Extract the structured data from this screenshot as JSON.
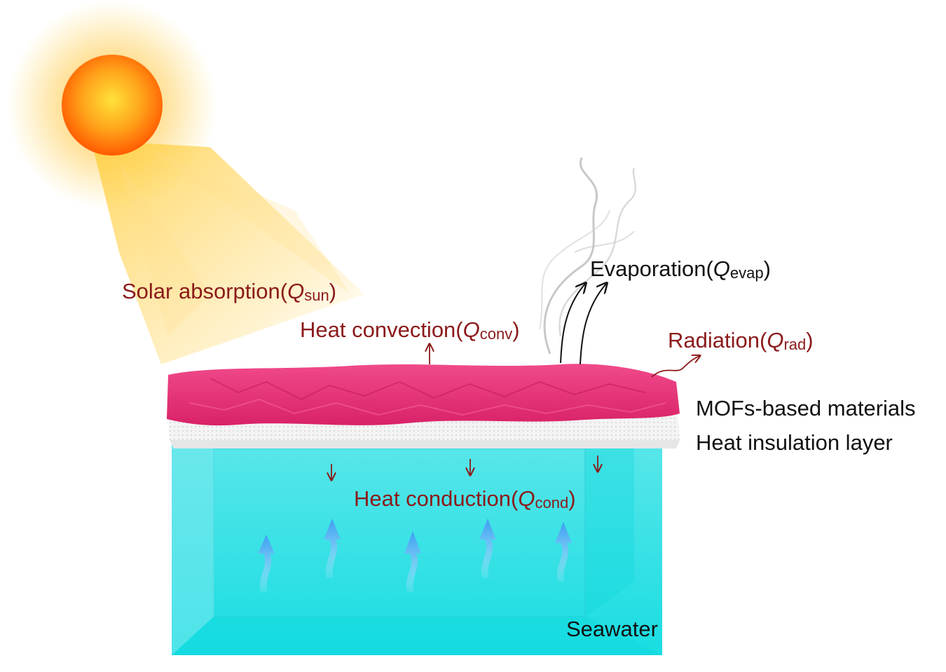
{
  "labels": {
    "solar": {
      "text": "Solar absorption(",
      "symbol": "Q",
      "sub": "sun",
      "close": ")"
    },
    "convection": {
      "text": "Heat convection(",
      "symbol": "Q",
      "sub": "conv",
      "close": ")"
    },
    "evaporation": {
      "text": "Evaporation(",
      "symbol": "Q",
      "sub": "evap",
      "close": ")"
    },
    "radiation": {
      "text": "Radiation(",
      "symbol": "Q",
      "sub": "rad",
      "close": ")"
    },
    "conduction": {
      "text": "Heat conduction(",
      "symbol": "Q",
      "sub": "cond",
      "close": ")"
    },
    "mof": "MOFs-based materials",
    "insulation": "Heat insulation layer",
    "seawater": "Seawater"
  },
  "colors": {
    "heat_text": "#8b1a1a",
    "plain_text": "#111111",
    "sun_core": "#ff6a00",
    "sun_glow": "#ffd24a",
    "mof_layer": "#e8337a",
    "insulation": "#f2f2f2",
    "seawater": "#2fe0e4",
    "upflow_arrows": "#5fb4f2"
  }
}
